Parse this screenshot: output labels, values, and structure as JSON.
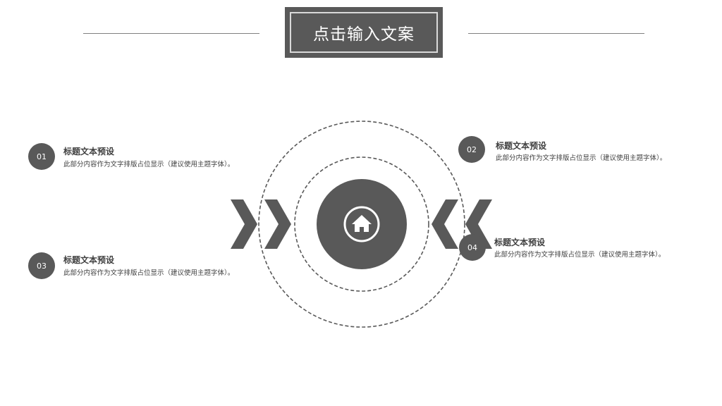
{
  "header": {
    "title": "点击输入文案"
  },
  "items": [
    {
      "number": "01",
      "title": "标题文本预设",
      "desc": "此部分内容作为文字排版占位显示（建议使用主题字体）。"
    },
    {
      "number": "02",
      "title": "标题文本预设",
      "desc": "此部分内容作为文字排版占位显示（建议使用主题字体）。"
    },
    {
      "number": "03",
      "title": "标题文本预设",
      "desc": "此部分内容作为文字排版占位显示（建议使用主题字体）。"
    },
    {
      "number": "04",
      "title": "标题文本预设",
      "desc": "此部分内容作为文字排版占位显示（建议使用主题字体）。"
    }
  ],
  "center": {
    "icon": "home-icon"
  },
  "colors": {
    "primary": "#595959",
    "border": "#d9d9d9",
    "text": "#404040"
  }
}
